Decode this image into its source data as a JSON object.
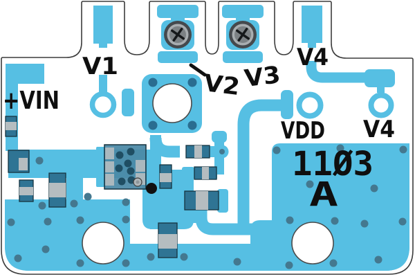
{
  "board": {
    "labels": {
      "vin": "+VIN",
      "v1": "V1",
      "v2": "V2",
      "v3": "V3",
      "v4_top": "V4",
      "vdd": "VDD",
      "v4_right": "V4"
    },
    "marking": {
      "line1": "11Ø3",
      "line2": "A"
    },
    "colors": {
      "copper": "#56bfe3",
      "component_body": "#2f7494",
      "component_band": "#b5bdc0",
      "via": "#44788f",
      "pin_dot": "#1f4e63",
      "board_outline": "#3c3c3c",
      "screw_outer": "#45494d",
      "screw_ring": "#a8adb0",
      "screw_head": "#7c8184",
      "text": "#0f0f0f",
      "background": "#ffffff"
    }
  }
}
